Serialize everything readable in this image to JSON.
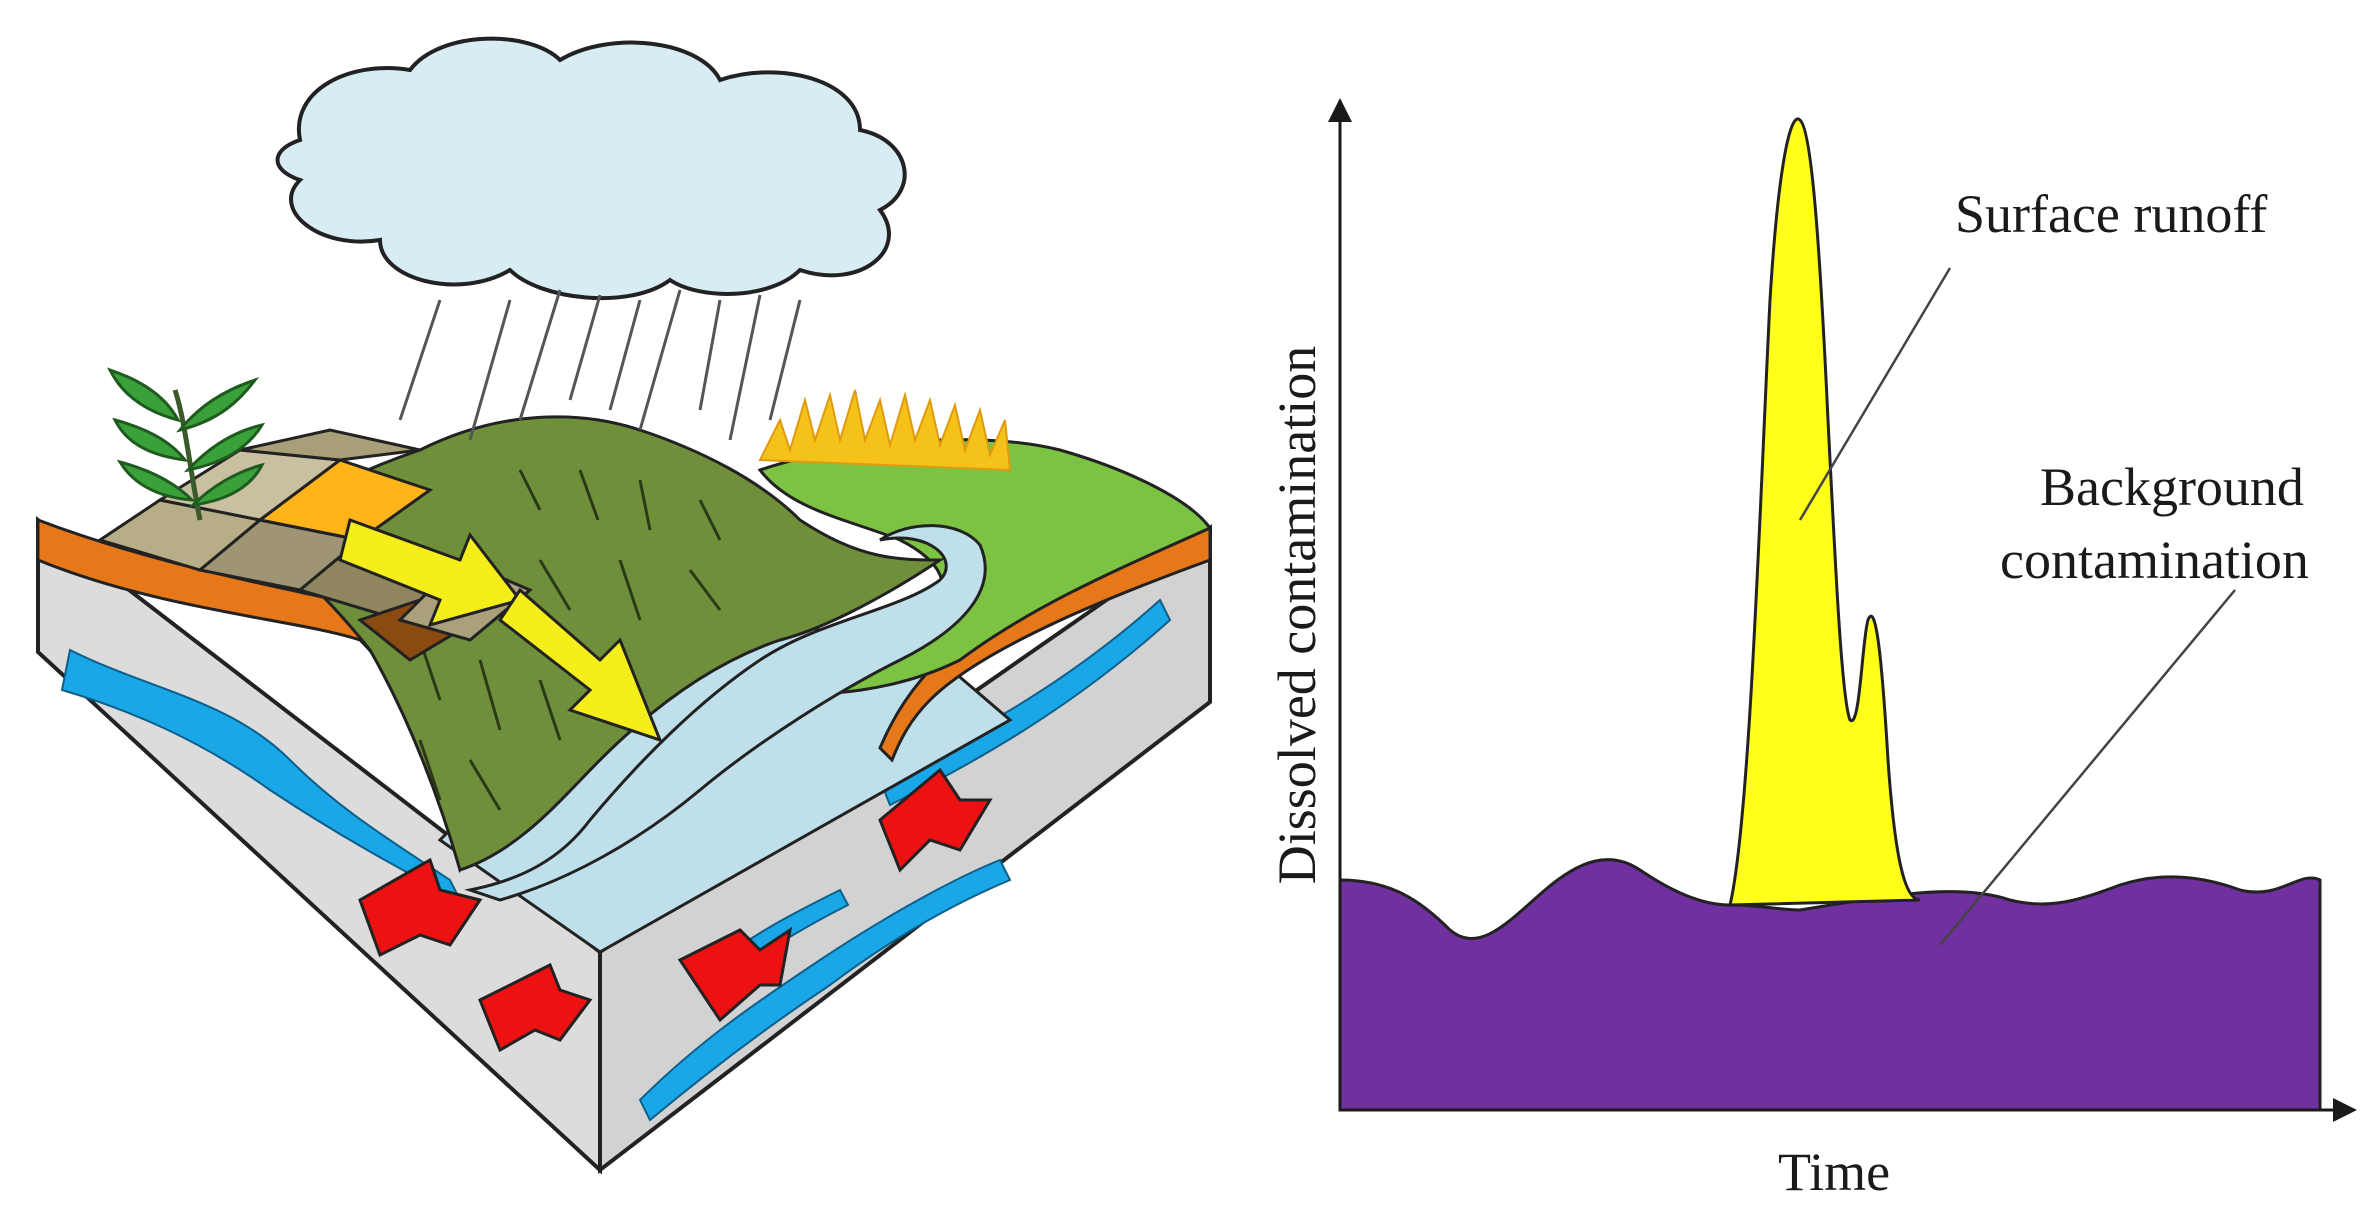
{
  "landscape": {
    "arrow_colors": {
      "surface_runoff": "#f5ee1a",
      "groundwater_inflow": "#ee1111"
    },
    "colors": {
      "cloud": "#d7ecf3",
      "water": "#bfe0ea",
      "groundwater": "#1aa7e8",
      "hill": "#6f8f3a",
      "meadow": "#7cc243",
      "soil": "#e7781a",
      "bedrock": "#d9d9d9"
    }
  },
  "graph": {
    "y_axis_label": "Dissolved contamination",
    "x_axis_label": "Time",
    "annotations": {
      "surface_runoff_label": "Surface runoff",
      "background_line1": "Background",
      "background_line2": "contamination"
    },
    "colors": {
      "surface_runoff": "#ffff1a",
      "background_contamination": "#7030a0"
    }
  }
}
